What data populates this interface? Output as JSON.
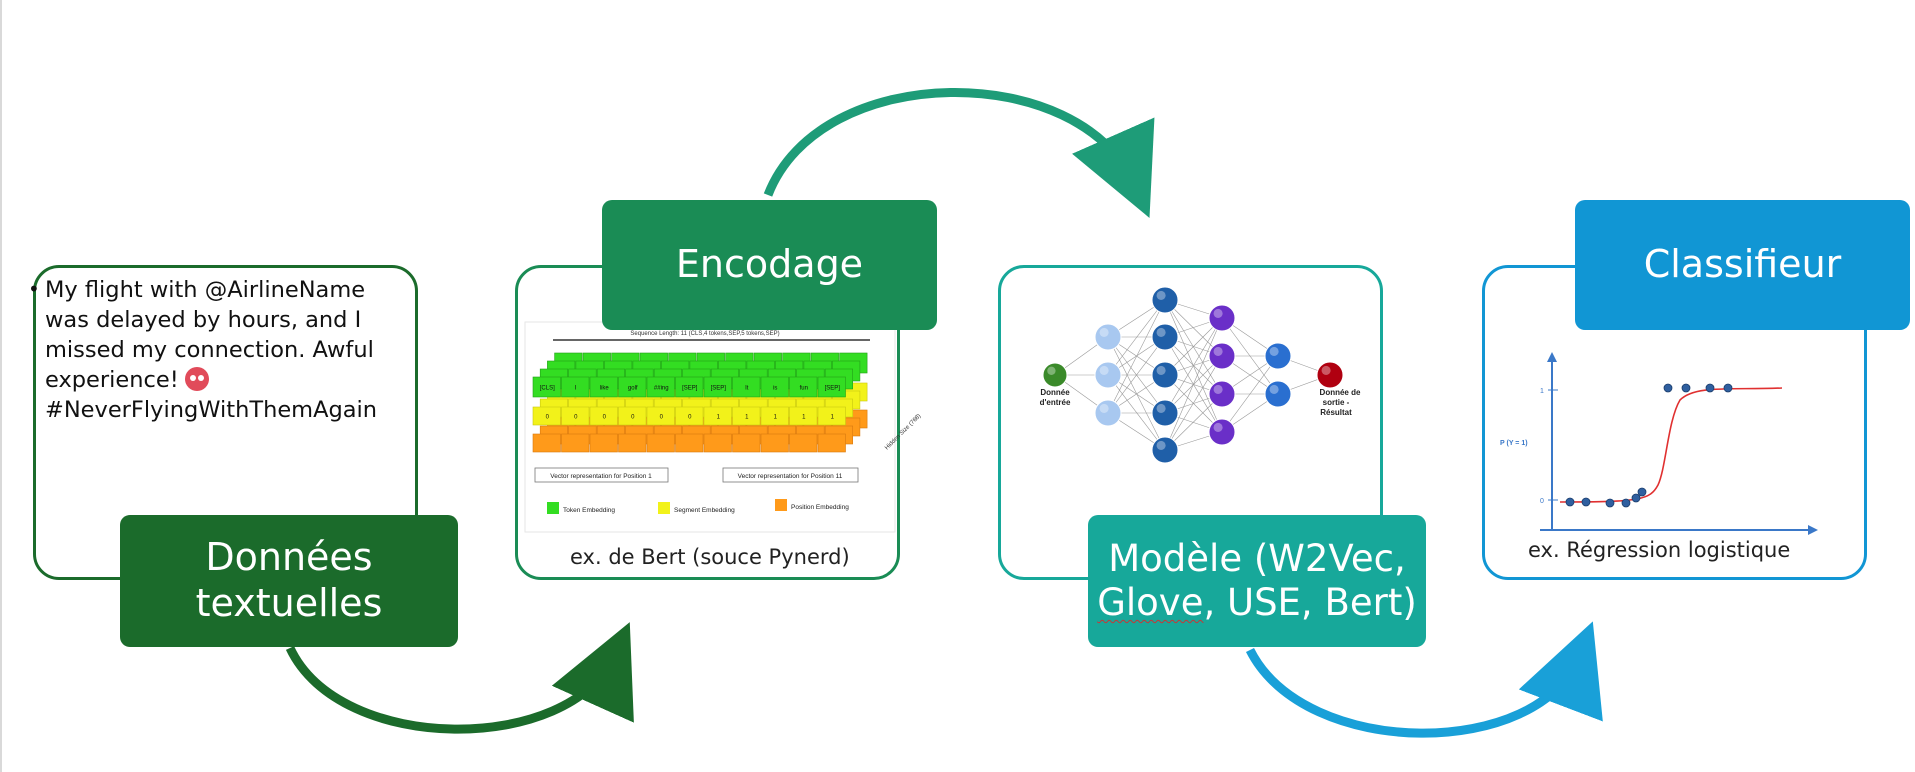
{
  "tweet": {
    "lines": [
      "My flight with @AirlineName",
      "was delayed by hours, and I",
      "missed my connection. Awful",
      "experience!",
      "#NeverFlyingWithThemAgain"
    ],
    "emoji": "angry-face-emoji"
  },
  "stages": {
    "textual_data": {
      "line1": "Données",
      "line2": "textuelles"
    },
    "encoding": {
      "label": "Encodage",
      "caption": "ex. de Bert (souce Pynerd)"
    },
    "model": {
      "line1": "Modèle (W2Vec,",
      "line2_a": "Glove",
      "line2_b": ", USE, Bert)"
    },
    "classifier": {
      "label": "Classifieur",
      "caption": "ex. Régression logistique"
    }
  },
  "bert_figure": {
    "sequence_length_label": "Sequence Length: 11 (CLS,4 tokens,SEP,5 tokens,SEP)",
    "tokens": [
      "[CLS]",
      "I",
      "like",
      "golf",
      "##ing",
      "[SEP]",
      "[SEP]",
      "It",
      "is",
      "fun",
      "[SEP]"
    ],
    "segment_ids": [
      "0",
      "0",
      "0",
      "0",
      "0",
      "0",
      "1",
      "1",
      "1",
      "1",
      "1"
    ],
    "hidden_size_label": "Hidden Size (768)",
    "vector_label_1": "Vector representation for Position 1",
    "vector_label_11": "Vector representation for Position 11",
    "legend": [
      "Token Embedding",
      "Segment Embedding",
      "Position Embedding"
    ],
    "colors": {
      "token": "#33dd22",
      "segment": "#f2f21a",
      "position": "#ff9a1a"
    }
  },
  "nn_figure": {
    "input_label_1": "Donnée",
    "input_label_2": "d'entrée",
    "output_label_1": "Donnée de",
    "output_label_2": "sortie -",
    "output_label_3": "Résultat",
    "colors": {
      "input": "#3a8a2a",
      "layer1": "#a8c8f0",
      "layer2": "#1f5fa8",
      "layer3": "#6a2fc8",
      "layer4": "#2a6fd0",
      "output": "#b00010"
    }
  },
  "logreg_figure": {
    "y_label": "P (Y = 1)",
    "tick_1": "1",
    "tick_0": "0"
  },
  "colors": {
    "dark_green": "#1b6b2b",
    "green": "#1a8c55",
    "teal": "#17a89a",
    "blue": "#1196d4",
    "arrow_teal": "#1e9c78",
    "arrow_blue": "#19a0d8"
  }
}
